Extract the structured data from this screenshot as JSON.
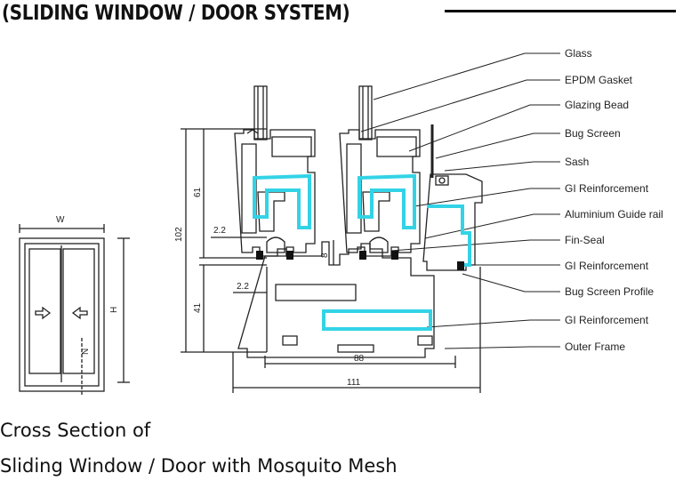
{
  "title": "(SLIDING WINDOW / DOOR SYSTEM)",
  "caption_line1": "Cross Section of",
  "caption_line2": "Sliding Window /  Door with Mosquito Mesh",
  "callouts": [
    "Glass",
    "EPDM Gasket",
    "Glazing Bead",
    "Bug Screen",
    "Sash",
    "GI Reinforcement",
    "Aluminium Guide rail",
    "Fin-Seal",
    "GI Reinforcement",
    "Bug Screen Profile",
    "GI Reinforcement",
    "Outer Frame"
  ],
  "dimensions": {
    "height_total": "102",
    "height_upper": "61",
    "height_lower": "41",
    "gap_upper": "2.2",
    "gap_lower": "2.2",
    "small": "8",
    "width_inner": "88",
    "width_total": "111"
  },
  "elevation": {
    "width": "W",
    "height": "H",
    "section": "N"
  },
  "colors": {
    "reinforcement": "#33d3e6",
    "line": "#222222"
  }
}
